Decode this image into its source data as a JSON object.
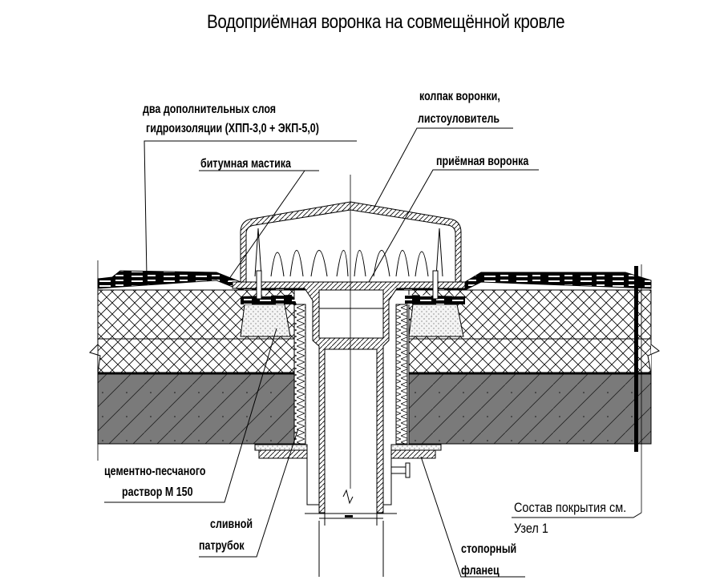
{
  "title": "Водоприёмная воронка на совмещённой кровле",
  "labels": {
    "waterproofing_1": "два дополнительных слоя",
    "waterproofing_2": "гидроизоляции (ХПП-3,0 + ЭКП-5,0)",
    "mastic": "битумная мастика",
    "cap_1": "колпак воронки,",
    "cap_2": "листоуловитель",
    "funnel": "приёмная воронка",
    "mortar_1": "цементно-песчаного",
    "mortar_2": "раствор М 150",
    "pipe_1": "сливной",
    "pipe_2": "патрубок",
    "flange_1": "стопорный",
    "flange_2": "фланец",
    "roof_ref_1": "Состав покрытия см.",
    "roof_ref_2": "Узел 1"
  }
}
